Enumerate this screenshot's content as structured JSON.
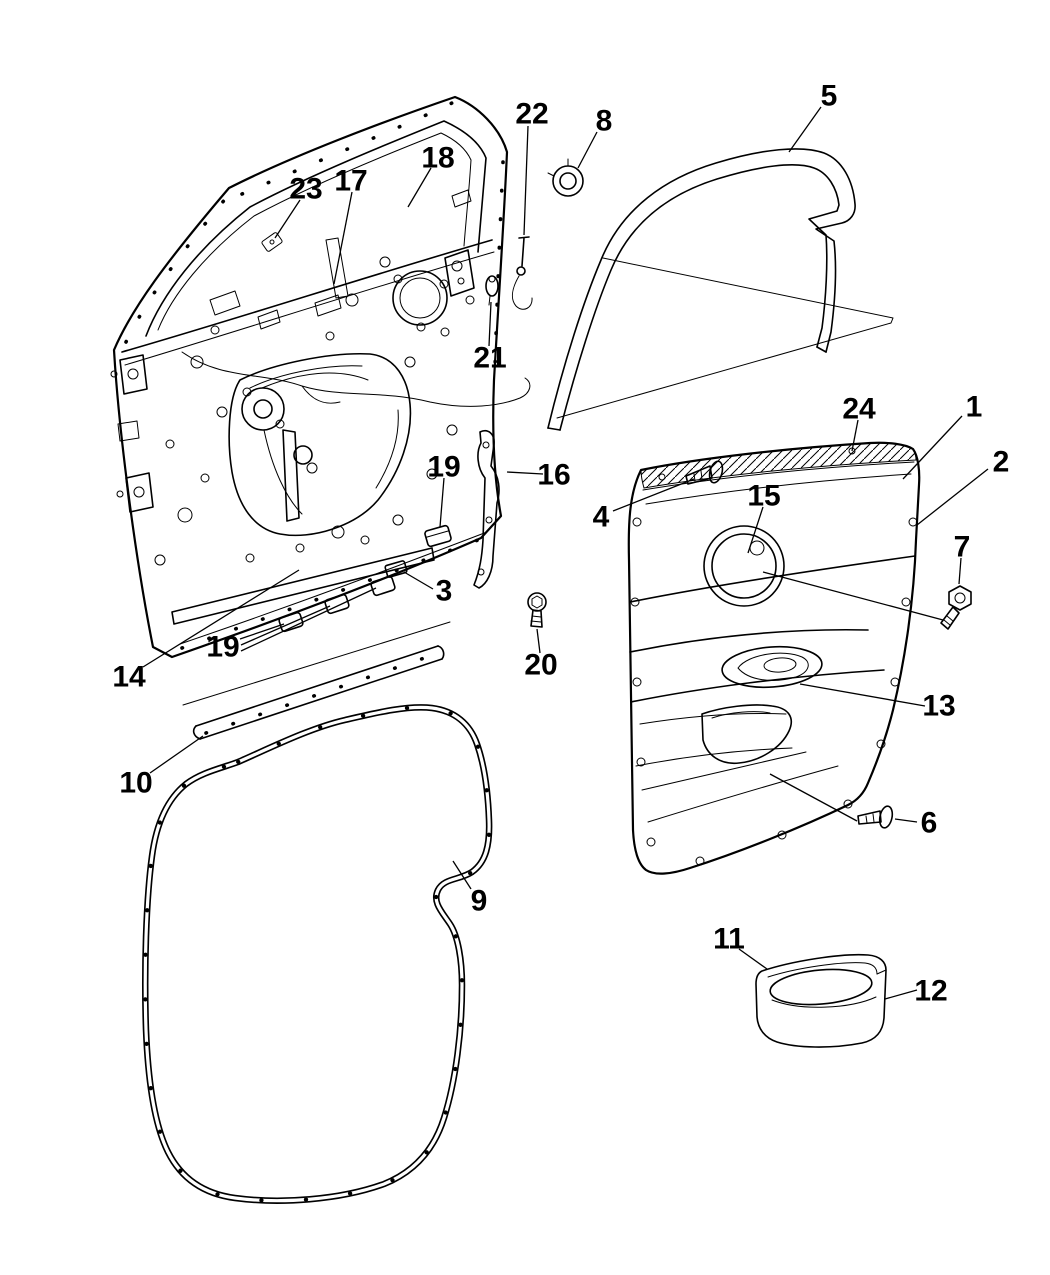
{
  "page": {
    "background_color": "#ffffff",
    "ink_color": "#000000"
  },
  "diagram": {
    "kind": "exploded-parts-line-drawing",
    "labels": {
      "p1": "1",
      "p2": "2",
      "p3": "3",
      "p4": "4",
      "p5": "5",
      "p6": "6",
      "p7": "7",
      "p8": "8",
      "p9": "9",
      "p10": "10",
      "p11": "11",
      "p12": "12",
      "p13": "13",
      "p14": "14",
      "p15": "15",
      "p16": "16",
      "p17": "17",
      "p18": "18",
      "p19a": "19",
      "p19b": "19",
      "p20": "20",
      "p21": "21",
      "p22": "22",
      "p23": "23",
      "p24": "24"
    }
  }
}
